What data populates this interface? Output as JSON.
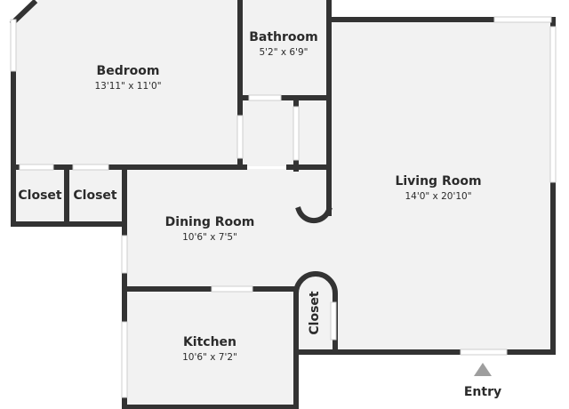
{
  "rooms": {
    "bedroom": {
      "name": "Bedroom",
      "dims": "13'11\" x 11'0\""
    },
    "bathroom": {
      "name": "Bathroom",
      "dims": "5'2\" x 6'9\""
    },
    "living": {
      "name": "Living Room",
      "dims": "14'0\" x 20'10\""
    },
    "dining": {
      "name": "Dining Room",
      "dims": "10'6\" x 7'5\""
    },
    "kitchen": {
      "name": "Kitchen",
      "dims": "10'6\" x 7'2\""
    },
    "closet1": {
      "name": "Closet"
    },
    "closet2": {
      "name": "Closet"
    },
    "closet3": {
      "name": "Closet"
    }
  },
  "entry": {
    "label": "Entry"
  },
  "colors": {
    "wall": "#333333",
    "floor": "#f2f2f2",
    "window": "#cfcfcf",
    "marker": "#9e9e9e"
  }
}
